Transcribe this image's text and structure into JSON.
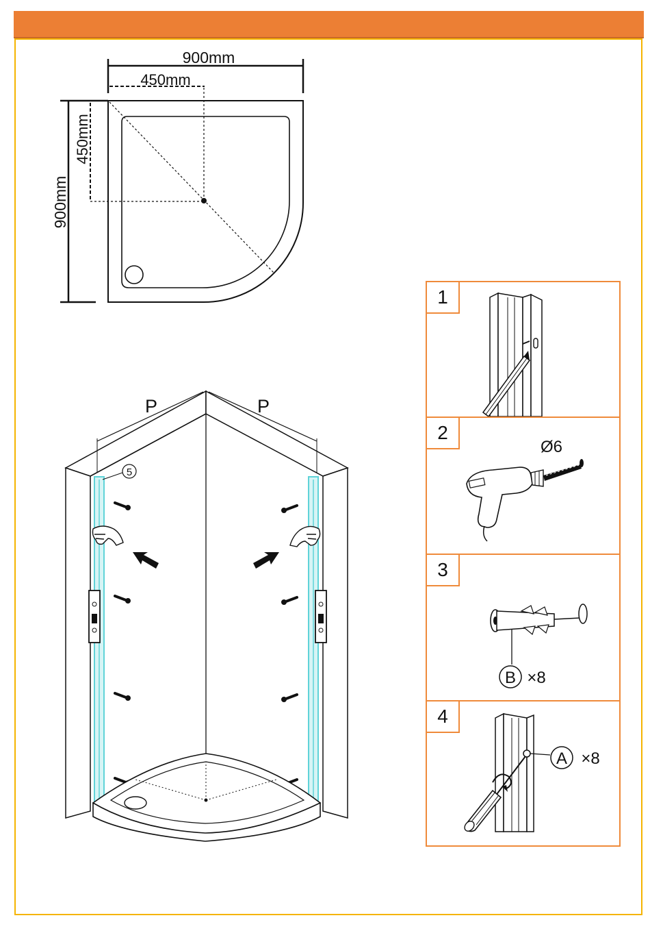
{
  "header": {
    "color": "#ec7f34"
  },
  "frame": {
    "color": "#f5b400"
  },
  "floor_plan": {
    "width_label": "900mm",
    "half_width_label": "450mm",
    "height_label": "900mm",
    "half_height_label": "450mm"
  },
  "installation_view": {
    "wall_label_left": "P",
    "wall_label_right": "P",
    "part_number": "5",
    "profile_color": "#5fd3d8"
  },
  "steps": [
    {
      "number": "1",
      "icon": "pencil-marking-icon"
    },
    {
      "number": "2",
      "icon": "drill-icon",
      "drill_label": "Ø6"
    },
    {
      "number": "3",
      "icon": "wall-plug-icon",
      "part": "B",
      "quantity": "×8"
    },
    {
      "number": "4",
      "icon": "screwdriver-icon",
      "part": "A",
      "quantity": "×8"
    }
  ],
  "step_border_color": "#ef8a3a"
}
